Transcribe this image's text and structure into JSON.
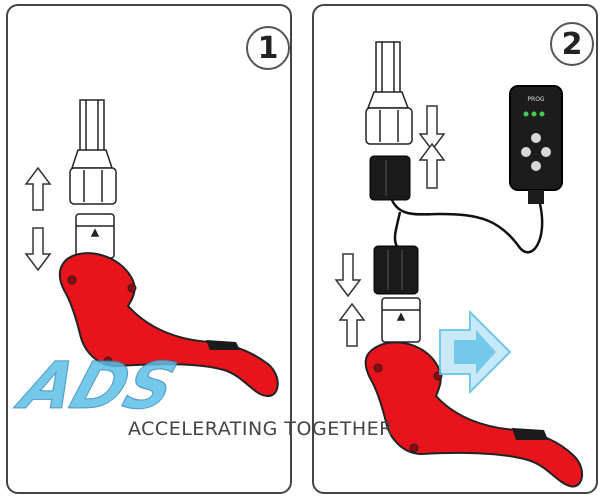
{
  "panels": [
    {
      "step": "1"
    },
    {
      "step": "2"
    }
  ],
  "controller": {
    "label": "PROG"
  },
  "watermark": {
    "logo_text": "ADS",
    "tagline": "ACCELERATING TOGETHER"
  },
  "colors": {
    "lever": "#e8141b",
    "outline": "#222222",
    "connector_black": "#1a1a1a",
    "arrow_outline": "#333333",
    "watermark_blue": "#5bbfe6"
  }
}
